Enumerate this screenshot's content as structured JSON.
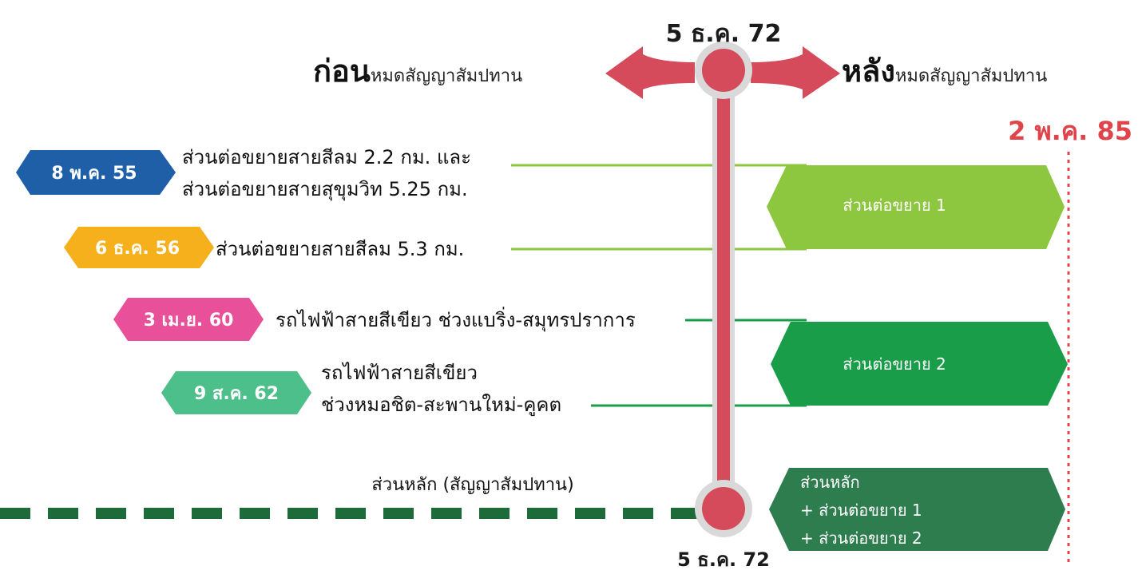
{
  "center_date_top": "5 ธ.ค. 72",
  "center_date_bottom": "5 ธ.ค. 72",
  "before_label": {
    "bold": "ก่อน",
    "rest": "หมดสัญญาสัมปทาน"
  },
  "after_label": {
    "bold": "หลัง",
    "rest": "หมดสัญญาสัมปทาน"
  },
  "end_date": "2 พ.ค. 85",
  "events": [
    {
      "date": "8 พ.ค. 55",
      "lines": [
        "ส่วนต่อขยายสายสีลม 2.2 กม. และ",
        "ส่วนต่อขยายสายสุขุมวิท 5.25 กม."
      ],
      "color": "#1f5fa8"
    },
    {
      "date": "6 ธ.ค. 56",
      "lines": [
        "ส่วนต่อขยายสายสีลม 5.3 กม."
      ],
      "color": "#f5b01c"
    },
    {
      "date": "3 เม.ย. 60",
      "lines": [
        "รถไฟฟ้าสายสีเขียว ช่วงแบริ่ง-สมุทรปราการ"
      ],
      "color": "#e8509a"
    },
    {
      "date": "9 ส.ค. 62",
      "lines": [
        "รถไฟฟ้าสายสีเขียว",
        "ช่วงหมอชิต-สะพานใหม่-คูคต"
      ],
      "color": "#4cbf8a"
    }
  ],
  "main_segment_label": "ส่วนหลัก (สัญญาสัมปทาน)",
  "right_boxes": [
    {
      "lines": [
        "ส่วนต่อขยาย 1"
      ],
      "color": "#8dc63f"
    },
    {
      "lines": [
        "ส่วนต่อขยาย 2"
      ],
      "color": "#1a9d49"
    },
    {
      "lines": [
        "ส่วนหลัก",
        "+ ส่วนต่อขยาย 1",
        "+ ส่วนต่อขยาย 2"
      ],
      "color": "#2e7d4f"
    }
  ],
  "colors": {
    "arrow": "#d64b5b",
    "spine": "#d64b5b",
    "end_line": "#e0444a",
    "dashed_main": "#1e6b3a",
    "connector_light": "#8dc63f",
    "connector_dark": "#1a9d49"
  }
}
